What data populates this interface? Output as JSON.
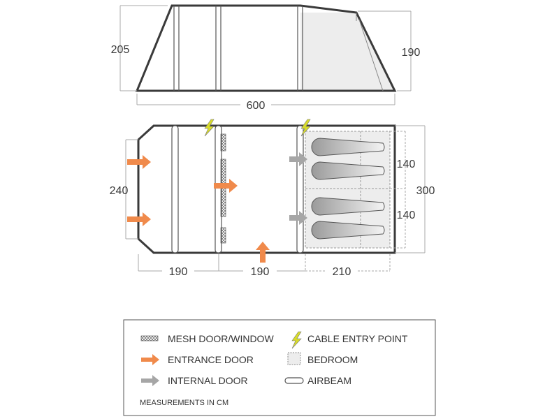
{
  "dimensions": {
    "side_height_front": "205",
    "side_height_rear": "190",
    "overall_length": "600",
    "floor_width": "240",
    "overall_width": "300",
    "bedroom_width_top": "140",
    "bedroom_width_bottom": "140",
    "segment_front": "190",
    "segment_middle": "190",
    "segment_bedroom": "210"
  },
  "legend": {
    "mesh": "MESH DOOR/WINDOW",
    "entrance": "ENTRANCE DOOR",
    "internal": "INTERNAL DOOR",
    "cable": "CABLE ENTRY POINT",
    "bedroom": "BEDROOM",
    "airbeam": "AIRBEAM",
    "note": "MEASUREMENTS IN CM"
  },
  "icons": {
    "mesh": "mesh-icon",
    "entrance": "entrance-arrow-icon",
    "internal": "internal-arrow-icon",
    "cable": "lightning-bolt-icon",
    "bedroom": "bedroom-icon",
    "airbeam": "airbeam-icon"
  },
  "colors": {
    "outline": "#3a3a3a",
    "entrance_arrow": "#f08a4b",
    "internal_arrow": "#a6a6a6",
    "cable_bolt": "#d8dc2a",
    "bedroom_fill": "#ededed"
  }
}
